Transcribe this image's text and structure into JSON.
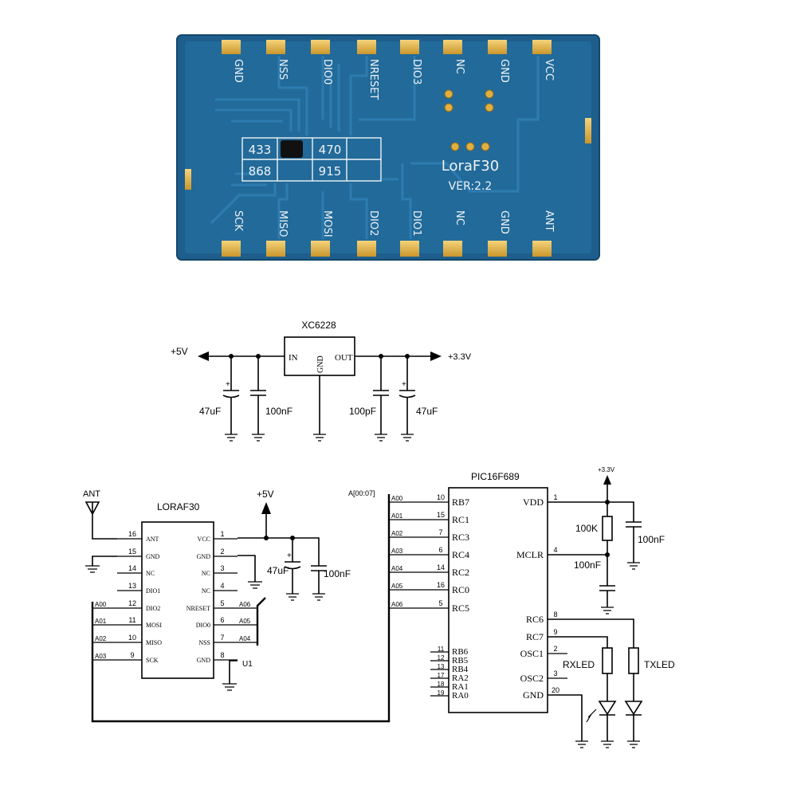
{
  "photo": {
    "board_color": "#1d5e8c",
    "pad_color": "#e0b040",
    "top_pins": [
      "GND",
      "NSS",
      "DIO0",
      "NRESET",
      "DIO3",
      "NC",
      "GND",
      "VCC"
    ],
    "bottom_pins": [
      "SCK",
      "MISO",
      "MOSI",
      "DIO2",
      "DIO1",
      "NC",
      "GND",
      "ANT"
    ],
    "freq_table": [
      "433",
      "470",
      "868",
      "915"
    ],
    "model": "LoraF30",
    "version": "VER:2.2"
  },
  "regulator": {
    "part": "XC6228",
    "in_label": "IN",
    "gnd_label": "GND",
    "out_label": "OUT",
    "input_rail": "+5V",
    "output_rail": "+3.3V",
    "c1": "47uF",
    "c2": "100nF",
    "c3": "100pF",
    "c4": "47uF"
  },
  "lora": {
    "title": "LORAF30",
    "ref": "U1",
    "ant_label": "ANT",
    "vcc_rail": "+5V",
    "cap1": "47uF",
    "cap2": "100nF",
    "left_pins": [
      {
        "num": "16",
        "name": "ANT"
      },
      {
        "num": "15",
        "name": "GND"
      },
      {
        "num": "14",
        "name": "NC"
      },
      {
        "num": "13",
        "name": "DIO1"
      },
      {
        "num": "12",
        "name": "DIO2"
      },
      {
        "num": "11",
        "name": "MOSI"
      },
      {
        "num": "10",
        "name": "MISO"
      },
      {
        "num": "9",
        "name": "SCK"
      }
    ],
    "right_pins": [
      {
        "num": "1",
        "name": "VCC"
      },
      {
        "num": "2",
        "name": "GND"
      },
      {
        "num": "3",
        "name": "NC"
      },
      {
        "num": "4",
        "name": "NC"
      },
      {
        "num": "5",
        "name": "NRESET"
      },
      {
        "num": "6",
        "name": "DIO0"
      },
      {
        "num": "7",
        "name": "NSS"
      },
      {
        "num": "8",
        "name": "GND"
      }
    ],
    "left_nets": [
      "A00",
      "A01",
      "A02",
      "A03"
    ],
    "right_nets": [
      "A06",
      "A05",
      "A04"
    ]
  },
  "mcu": {
    "title": "PIC16F689",
    "bus_label": "A[00:07]",
    "vdd_rail": "+3.3V",
    "r1": "100K",
    "c1": "100nF",
    "c2": "100nF",
    "led1": "RXLED",
    "led2": "TXLED",
    "left_pins": [
      {
        "net": "A00",
        "num": "10",
        "name": "RB7"
      },
      {
        "net": "A01",
        "num": "15",
        "name": "RC1"
      },
      {
        "net": "A02",
        "num": "7",
        "name": "RC3"
      },
      {
        "net": "A03",
        "num": "6",
        "name": "RC4"
      },
      {
        "net": "A04",
        "num": "14",
        "name": "RC2"
      },
      {
        "net": "A05",
        "num": "16",
        "name": "RC0"
      },
      {
        "net": "A06",
        "num": "5",
        "name": "RC5"
      }
    ],
    "lower_left_pins": [
      {
        "num": "11",
        "name": "RB6"
      },
      {
        "num": "12",
        "name": "RB5"
      },
      {
        "num": "13",
        "name": "RB4"
      },
      {
        "num": "17",
        "name": "RA2"
      },
      {
        "num": "18",
        "name": "RA1"
      },
      {
        "num": "19",
        "name": "RA0"
      }
    ],
    "right_pins": [
      {
        "num": "1",
        "name": "VDD"
      },
      {
        "num": "4",
        "name": "MCLR"
      },
      {
        "num": "8",
        "name": "RC6"
      },
      {
        "num": "9",
        "name": "RC7"
      },
      {
        "num": "2",
        "name": "OSC1"
      },
      {
        "num": "3",
        "name": "OSC2"
      },
      {
        "num": "20",
        "name": "GND"
      }
    ]
  }
}
